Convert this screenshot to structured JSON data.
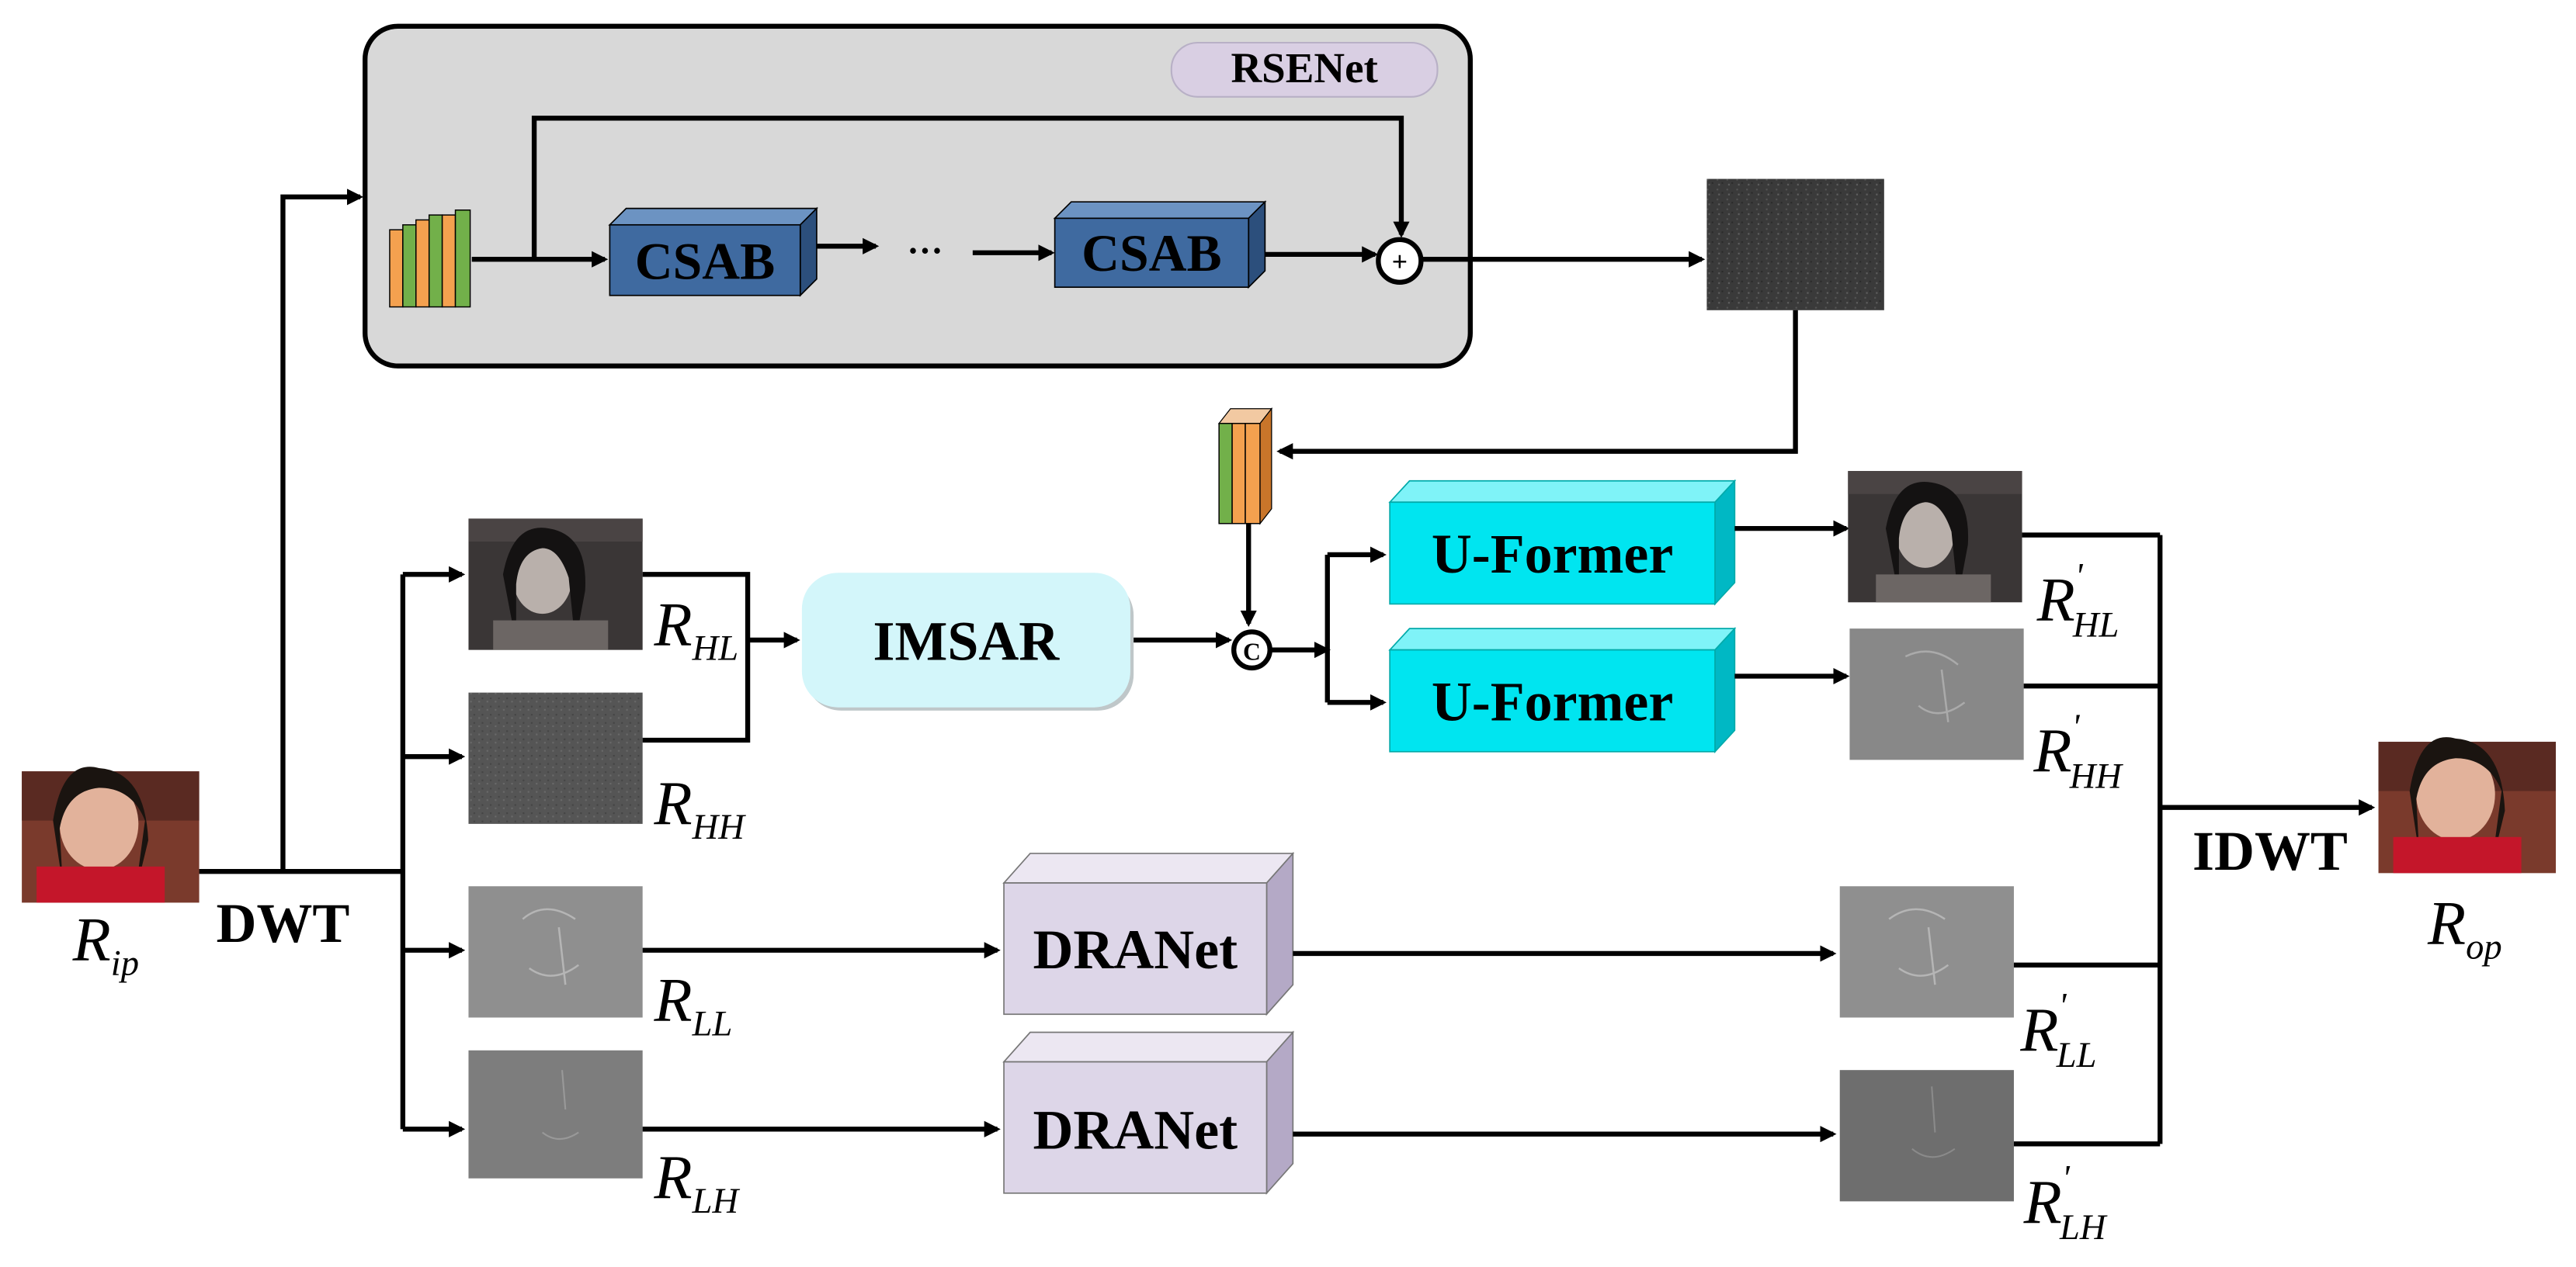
{
  "rsenet": {
    "title": "RSENet",
    "block1": "CSAB",
    "ellipsis": "···",
    "block2": "CSAB",
    "plus": "+"
  },
  "concat_symbol": "C",
  "imsar": "IMSAR",
  "uformer": [
    "U-Former",
    "U-Former"
  ],
  "dranet": [
    "DRANet",
    "DRANet"
  ],
  "dwt": "DWT",
  "idwt": "IDWT",
  "labels": {
    "input": {
      "main": "R",
      "sub": "ip"
    },
    "output": {
      "main": "R",
      "sub": "op"
    },
    "hl": {
      "main": "R",
      "sub": "HL"
    },
    "hh": {
      "main": "R",
      "sub": "HH"
    },
    "ll": {
      "main": "R",
      "sub": "LL"
    },
    "lh": {
      "main": "R",
      "sub": "LH"
    },
    "hl_out": {
      "main": "R",
      "sup": "'",
      "sub": "HL"
    },
    "hh_out": {
      "main": "R",
      "sup": "'",
      "sub": "HH"
    },
    "ll_out": {
      "main": "R",
      "sup": "'",
      "sub": "LL"
    },
    "lh_out": {
      "main": "R",
      "sup": "'",
      "sub": "LH"
    }
  },
  "colors": {
    "rsenet_panel": "#d8d8d8",
    "rsenet_tag": "#d9cfe3",
    "csab": "#3f6aa0",
    "imsar": "#d3f6fa",
    "uformer": "#00e5f0",
    "dranet": "#ddd6e8",
    "feat_orange": "#f4a14f",
    "feat_green": "#72b04a"
  }
}
